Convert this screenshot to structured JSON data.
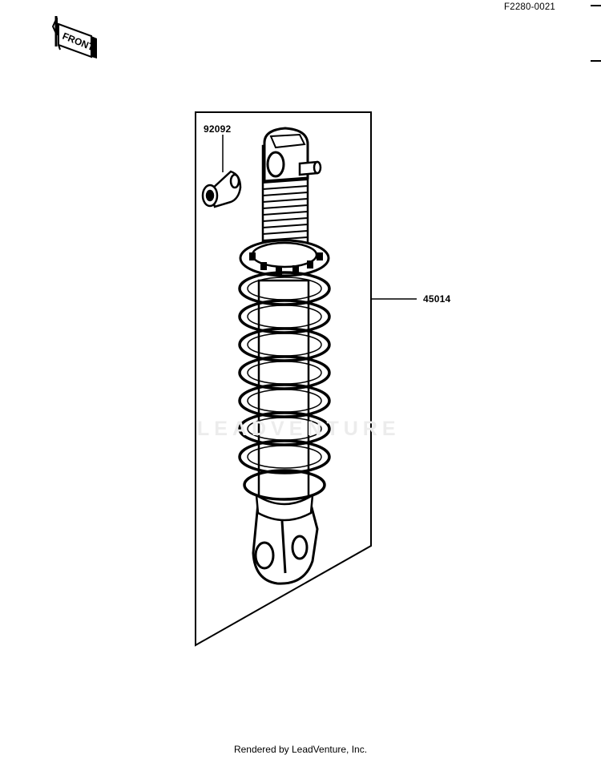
{
  "header": {
    "diagram_code": "F2280-0021"
  },
  "orientation": {
    "front_label": "FRONT"
  },
  "parts": [
    {
      "number": "92092"
    },
    {
      "number": "45014"
    }
  ],
  "watermark": "LEADVENTURE",
  "footer": {
    "text": "Rendered by LeadVenture, Inc."
  }
}
